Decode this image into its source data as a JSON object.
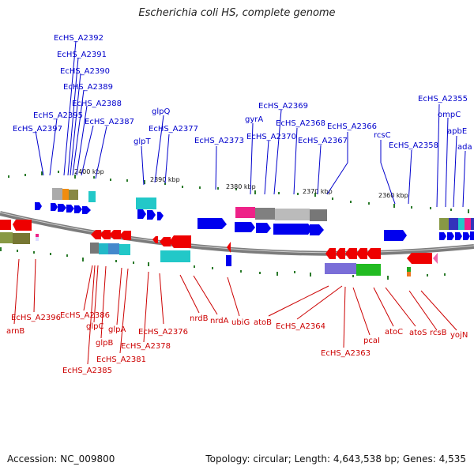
{
  "title": "Escherichia coli HS, complete genome",
  "footer": {
    "accession": "Accession: NC_009800",
    "summary": "Topology: circular; Length: 4,643,538 bp; Genes: 4,535"
  },
  "colors": {
    "forward_gene": "#0000ee",
    "reverse_gene": "#ee0000",
    "backbone": "#808080",
    "tick": "#2a7a2a"
  },
  "scale_ticks": [
    "2400 kbp",
    "2390 kbp",
    "2380 kbp",
    "2370 kbp",
    "2360 kbp"
  ],
  "top_labels": [
    "EcHS_A2392",
    "EcHS_A2391",
    "EcHS_A2390",
    "EcHS_A2389",
    "EcHS_A2388",
    "EcHS_A2395",
    "EcHS_A2387",
    "EcHS_A2397",
    "glpQ",
    "EcHS_A2377",
    "glpT",
    "EcHS_A2373",
    "EcHS_A2369",
    "gyrA",
    "EcHS_A2368",
    "EcHS_A2370",
    "EcHS_A2367",
    "EcHS_A2366",
    "rcsC",
    "EcHS_A2358",
    "EcHS_A2355",
    "ompC",
    "apbE",
    "ada"
  ],
  "bottom_labels": [
    "EcHS_A2396",
    "arnB",
    "EcHS_A2386",
    "glpC",
    "glpB",
    "EcHS_A2385",
    "glpA",
    "EcHS_A2381",
    "EcHS_A2378",
    "EcHS_A2376",
    "nrdB",
    "nrdA",
    "ubiG",
    "atoB",
    "EcHS_A2364",
    "EcHS_A2363",
    "pcaI",
    "atoC",
    "atoS",
    "rcsB",
    "yojN"
  ]
}
